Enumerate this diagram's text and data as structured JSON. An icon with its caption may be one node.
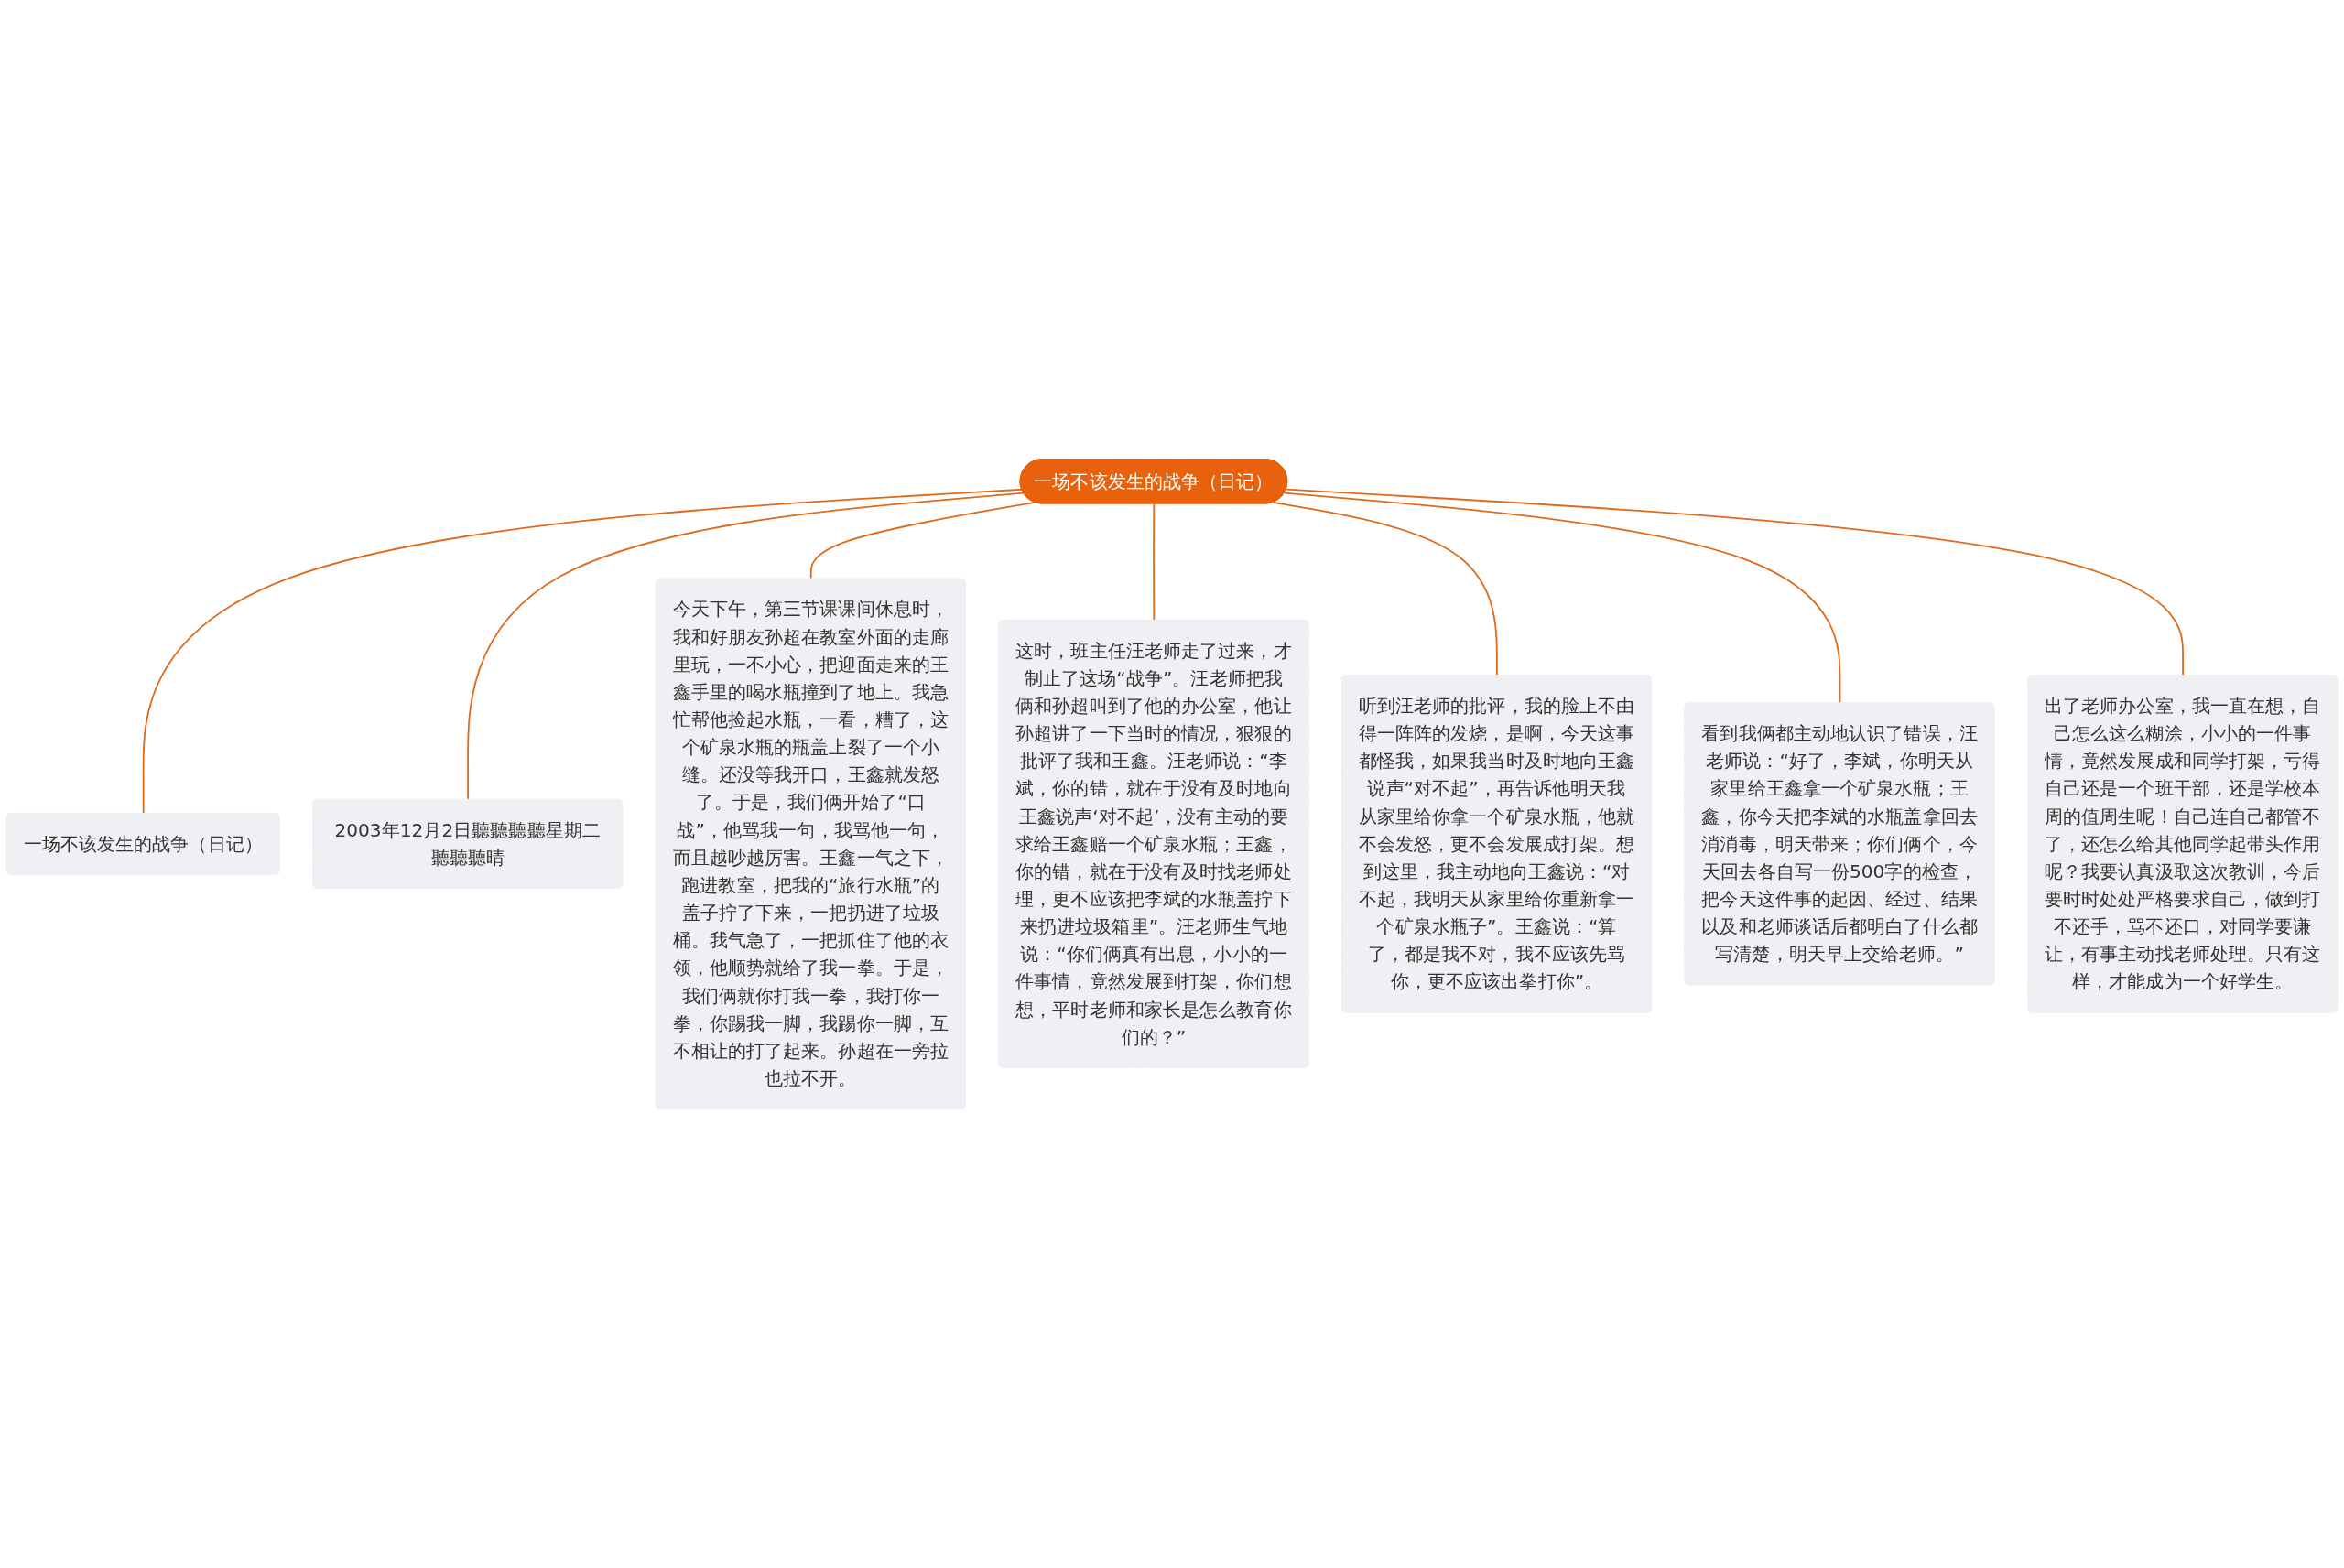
{
  "diagram": {
    "nodes": [
      {
        "text": [
          "一场不该发生的战争（日记）"
        ]
      },
      {
        "text": [
          "一场不该发生的战争（日记）"
        ]
      },
      {
        "text": [
          "2003年12月2日聽聽聽聽星期二聽聽聽晴"
        ]
      },
      {
        "text": [
          "今天下午，第三节课课间休息时，我和好朋友孙超在教室外面的走廊里玩，一不小心，把迎面走来的王鑫手里的喝水瓶撞到了地上。我急忙帮他捡起水瓶，一看，糟了，这个矿泉水瓶的瓶盖上裂了一个小缝。还没等我开口，王鑫就发怒了。于是，我们俩开始了“口战”，他骂我一句，我骂他一句，而且越吵越厉害。王鑫一气之下，跑进教室，把我的“旅行水瓶”的盖子拧了下来，一把扔进了垃圾桶。我气急了，一把抓住了他的衣领，他顺势就给了我一拳。于是，我们俩就你打我一拳，我打你一拳，你踢我一脚，我踢你一脚，互不相让的打了起来。孙超在一旁拉也拉不开。"
        ]
      },
      {
        "text": [
          "这时，班主任汪老师走了过来，才制止了这场“战争”。汪老师把我俩和孙超叫到了他的办公室，他让孙超讲了一下当时的情况，狠狠的批评了我和王鑫。汪老师说：“李斌，你的错，就在于没有及时地向王鑫说声‘对不起’，没有主动的要求给王鑫赔一个矿泉水瓶；王鑫，你的错，就在于没有及时找老师处理，更不应该把李斌的水瓶盖拧下来扔进垃圾箱里”。汪老师生气地说：“你们俩真有出息，小小的一件事情，竟然发展到打架，你们想想，平时老师和家长是怎么教育你们的？”"
        ]
      },
      {
        "text": [
          "听到汪老师的批评，我的脸上不由得一阵阵的发烧，是啊，今天这事都怪我，如果我当时及时地向王鑫说声“对不起”，再告诉他明天我从家里给你拿一个矿泉水瓶，他就不会发怒，更不会发展成打架。想到这里，我主动地向王鑫说：“对不起，我明天从家里给你重新拿一个矿泉水瓶子”。王鑫说：“算了，都是我不对，我不应该先骂你，更不应该出拳打你”。"
        ]
      },
      {
        "text": [
          "看到我俩都主动地认识了错误，汪老师说：“好了，李斌，你明天从家里给王鑫拿一个矿泉水瓶；王鑫，你今天把李斌的水瓶盖拿回去消消毒，明天带来；你们俩个，今天回去各自写一份500字的检查，把今天这件事的起因、经过、结果以及和老师谈话后都明白了什么都写清楚，明天早上交给老师。”"
        ]
      },
      {
        "text": [
          "出了老师办公室，我一直在想，自己怎么这么糊涂，小小的一件事情，竟然发展成和同学打架，亏得自己还是一个班干部，还是学校本周的值周生呢！自己连自己都管不了，还怎么给其他同学起带头作用呢？我要认真汲取这次教训，今后要时时处处严格要求自己，做到打不还手，骂不还口，对同学要谦让，有事主动找老师处理。只有这样，才能成为一个好学生。"
        ]
      }
    ],
    "edges": [
      {
        "from": 0,
        "to": 1,
        "arrow": "none"
      },
      {
        "from": 0,
        "to": 2,
        "arrow": "none"
      },
      {
        "from": 0,
        "to": 3,
        "arrow": "none"
      },
      {
        "from": 0,
        "to": 4,
        "arrow": "none"
      },
      {
        "from": 0,
        "to": 5,
        "arrow": "none"
      },
      {
        "from": 0,
        "to": 6,
        "arrow": "none"
      },
      {
        "from": 0,
        "to": 7,
        "arrow": "none"
      }
    ]
  }
}
